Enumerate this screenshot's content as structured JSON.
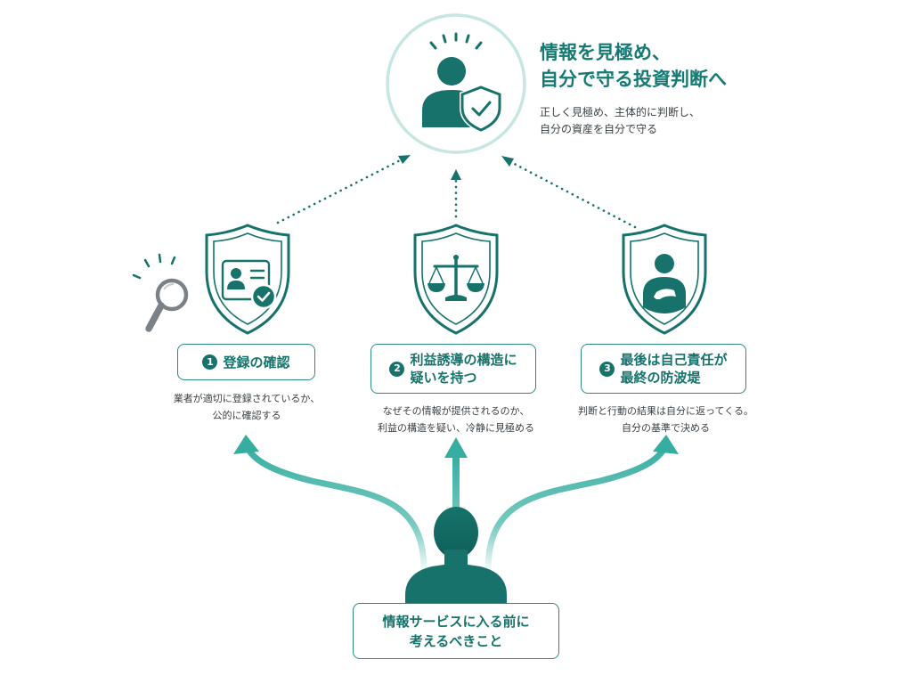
{
  "colors": {
    "primary": "#16726b",
    "accent": "#3fb3a6",
    "light_accent": "#c6e6e2",
    "magnifier": "#7b8287"
  },
  "goal": {
    "icon": "person-shield-check-icon",
    "title_lines": [
      "情報を見極め、",
      "自分で守る投資判断へ"
    ],
    "description_lines": [
      "正しく見極め、主体的に判断し、",
      "自分の資産を自分で守る"
    ]
  },
  "pillars": [
    {
      "number": "1",
      "icon": "id-card-check-shield-icon",
      "extra_icon": "magnifier-icon",
      "label_lines": [
        "登録の確認"
      ],
      "description_lines": [
        "業者が適切に登録されているか、",
        "公的に確認する"
      ]
    },
    {
      "number": "2",
      "icon": "balance-scale-shield-icon",
      "label_lines": [
        "利益誘導の構造に",
        "疑いを持つ"
      ],
      "description_lines": [
        "なぜその情報が提供されるのか、",
        "利益の構造を疑い、冷静に見極める"
      ]
    },
    {
      "number": "3",
      "icon": "person-hand-on-chest-shield-icon",
      "label_lines": [
        "最後は自己責任が",
        "最終の防波堤"
      ],
      "description_lines": [
        "判断と行動の結果は自分に返ってくる。",
        "自分の基準で決める"
      ]
    }
  ],
  "start": {
    "icon": "person-silhouette-icon",
    "label_lines": [
      "情報サービスに入る前に",
      "考えるべきこと"
    ]
  }
}
